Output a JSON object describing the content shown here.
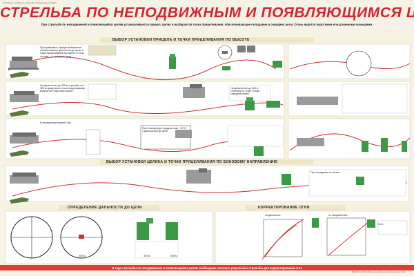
{
  "header": {
    "top_note": "Наглядное пособие по стрельбе из стрелкового оружия",
    "title": "СТРЕЛЬБА ПО НЕПОДВИЖНЫМ И ПОЯВЛЯЮЩИМСЯ ЦЕЛЯМ",
    "intro": "При стрельбе по неподвижной и появляющейся целям устанавливается прицел, целик и выбирается точка прицеливания, обеспечивающие попадание в середину цели. Огонь ведется короткими или длинными очередями."
  },
  "sections": {
    "sight_selection": "ВЫБОР УСТАНОВКИ ПРИЦЕЛА И ТОЧКИ ПРИЦЕЛИВАНИЯ ПО ВЫСОТЕ",
    "lateral": "ВЫБОР УСТАНОВКИ ЦЕЛИКА И ТОЧКИ ПРИЦЕЛИВАНИЯ ПО БОКОВОМУ НАПРАВЛЕНИЮ",
    "range": "ОПРЕДЕЛЕНИЕ ДАЛЬНОСТИ ДО ЦЕЛИ",
    "correction": "КОРРЕКТИРОВАНИЕ ОГНЯ"
  },
  "notes": {
    "n1": "При правильно, прицел выбирается соответственно дальности до цели, а точка прицеливания на высоте в этом случае — в середине цели.",
    "n2": "На дальностях до 300 м стрельба по 7-300 м прицелом и точка прицеливания выносится «под обрез цели».",
    "n3": "На дальностях до 400 м стрельба по точке «Ниже середины цели».",
    "n4": "В неизменный момент боя",
    "n5": "При температуре воздуха ниже −20°С с дальностью до цели",
    "n6": "При попадании по линии",
    "n7": "Угол",
    "footer": "В ходе стрельбы по неподвижным и появляющимся целям необходимо отмечать результаты стрельбы для корректирования огня",
    "imprint": "ВИ МО СССР. Пособие подготовлено и изготовлено для войск"
  },
  "labels": {
    "r1": "300 м",
    "r2": "400 м",
    "r3": "600 м",
    "distance_small": "по дальности",
    "direction_small": "по направлению"
  }
}
